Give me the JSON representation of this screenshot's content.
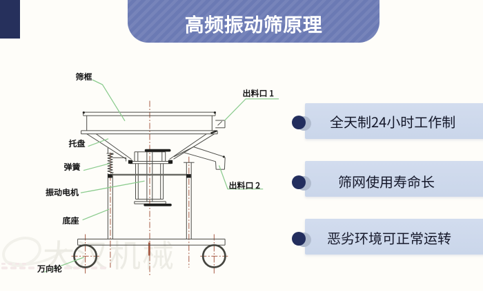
{
  "page": {
    "background": "#fefdf9"
  },
  "corner_artifact": {
    "color": "#26305c"
  },
  "header": {
    "title": "高频振动筛原理",
    "background": "#6b7ab4",
    "text_color": "#ffffff"
  },
  "diagram": {
    "labels": [
      {
        "id": "screen-frame",
        "text": "筛框"
      },
      {
        "id": "outlet-1",
        "text": "出料口 1"
      },
      {
        "id": "tray",
        "text": "托盘"
      },
      {
        "id": "spring",
        "text": "弹簧"
      },
      {
        "id": "vibration-motor",
        "text": "振动电机"
      },
      {
        "id": "base",
        "text": "底座"
      },
      {
        "id": "outlet-2",
        "text": "出料口 2"
      },
      {
        "id": "universal-wheel",
        "text": "万向轮"
      }
    ],
    "line_color": "#4a4a46",
    "centerline_color": "#a65a44",
    "leader_color": "#85c98a",
    "watermark": {
      "text": "大汉机械"
    }
  },
  "features": {
    "items": [
      {
        "text": "全天制24小时工作制"
      },
      {
        "text": "筛网使用寿命长"
      },
      {
        "text": "恶劣环境可正常运转"
      }
    ],
    "pill_color": "#cdd9ec",
    "bullet_color": "#232e5e",
    "text_color": "#15182a"
  }
}
